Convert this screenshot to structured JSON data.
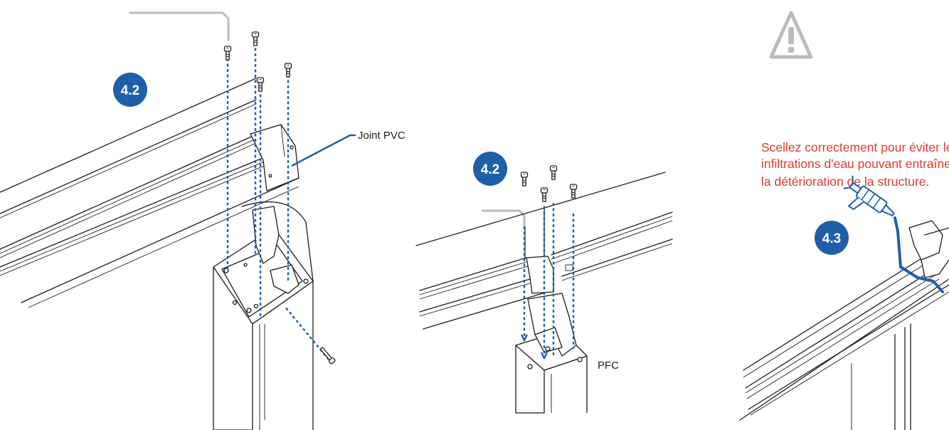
{
  "figure": {
    "panels": [
      {
        "step_badge": "4.2",
        "callout_label": "Joint PVC"
      },
      {
        "step_badge": "4.2",
        "callout_label": "PFC"
      },
      {
        "step_badge": "4.3"
      }
    ],
    "warning": {
      "icon": "warning-triangle-icon",
      "lines": [
        "Scellez correctement pour éviter les",
        "infiltrations d'eau pouvant entraîner",
        "la détérioration de la structure."
      ]
    },
    "colors": {
      "badge": "#1f5fa8",
      "dashed_guides": "#1f5fa8",
      "warning_text": "#e03a2f",
      "warning_icon": "#bbbbbb",
      "line_art": "#1c1c1c"
    }
  }
}
